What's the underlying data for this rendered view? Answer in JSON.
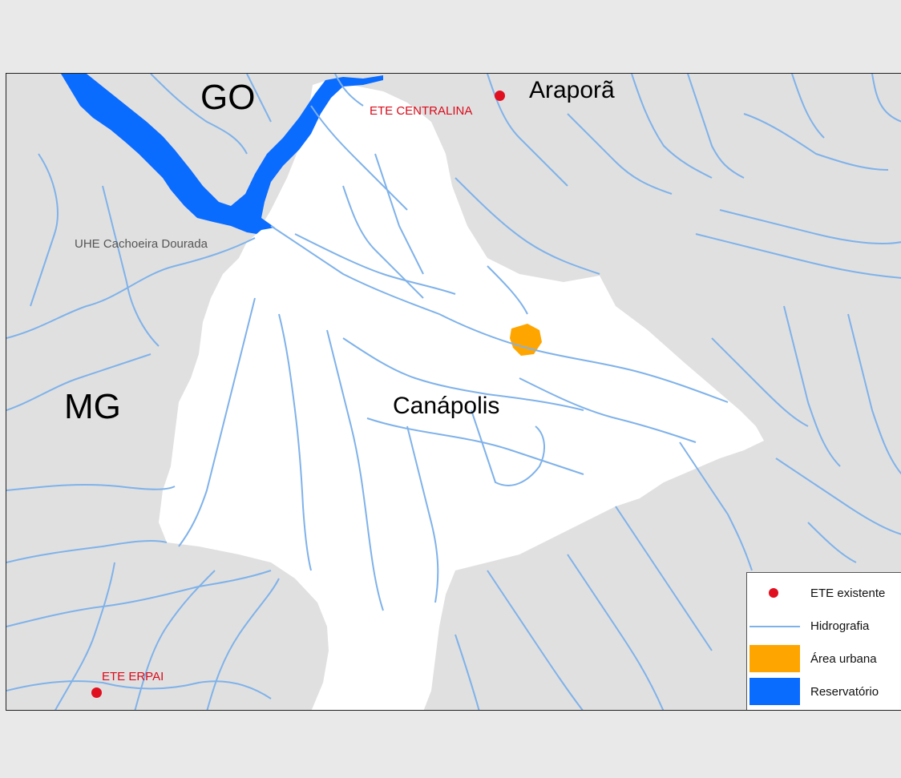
{
  "map": {
    "labels": {
      "state_go": "GO",
      "state_mg": "MG",
      "city_araporã": "Araporã",
      "city_canapolis": "Canápolis",
      "uhe": "UHE Cachoeira Dourada",
      "ete_centralina": "ETE CENTRALINA",
      "ete_erpai": "ETE ERPAI"
    },
    "colors": {
      "background": "#e0e0e0",
      "basin": "#ffffff",
      "river": "#7fb2ea",
      "reservoir": "#0a6cff",
      "urban": "#ffa500",
      "ete": "#e01020"
    }
  },
  "legend": {
    "items": [
      {
        "label": "ETE existente",
        "symbol": "red-dot"
      },
      {
        "label": "Hidrografia",
        "symbol": "blue-line"
      },
      {
        "label": "Área urbana",
        "symbol": "orange-fill"
      },
      {
        "label": "Reservatório",
        "symbol": "blue-fill"
      }
    ]
  }
}
